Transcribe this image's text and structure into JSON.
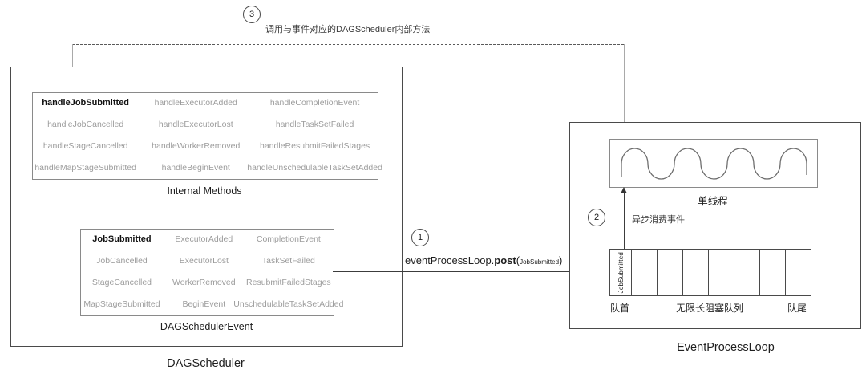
{
  "annotations": {
    "step3": {
      "number": "3",
      "label": "调用与事件对应的DAGScheduler内部方法"
    },
    "step1": {
      "number": "1",
      "post_prefix": "eventProcessLoop.",
      "post_method": "post",
      "paren_open": "(",
      "post_arg": "JobSubmitted",
      "paren_close": ")"
    },
    "step2": {
      "number": "2",
      "label": "异步消费事件"
    }
  },
  "dag_scheduler": {
    "title": "DAGScheduler",
    "internal_methods": {
      "title": "Internal Methods",
      "items": [
        "handleJobSubmitted",
        "handleExecutorAdded",
        "handleCompletionEvent",
        "handleJobCancelled",
        "handleExecutorLost",
        "handleTaskSetFailed",
        "handleStageCancelled",
        "handleWorkerRemoved",
        "handleResubmitFailedStages",
        "handleMapStageSubmitted",
        "handleBeginEvent",
        "handleUnschedulableTaskSetAdded"
      ]
    },
    "events": {
      "title": "DAGSchedulerEvent",
      "items": [
        "JobSubmitted",
        "ExecutorAdded",
        "CompletionEvent",
        "JobCancelled",
        "ExecutorLost",
        "TaskSetFailed",
        "StageCancelled",
        "WorkerRemoved",
        "ResubmitFailedStages",
        "MapStageSubmitted",
        "BeginEvent",
        "UnschedulableTaskSetAdded"
      ]
    }
  },
  "event_process_loop": {
    "title": "EventProcessLoop",
    "thread_label": "单线程",
    "queue": {
      "head_label": "队首",
      "body_label": "无限长阻塞队列",
      "tail_label": "队尾",
      "first_item": "JobSubmitted"
    }
  },
  "colors": {
    "line": "#3c3c3c",
    "muted_text": "#9c9c9c",
    "emphasis_text": "#111111",
    "background": "#ffffff"
  }
}
